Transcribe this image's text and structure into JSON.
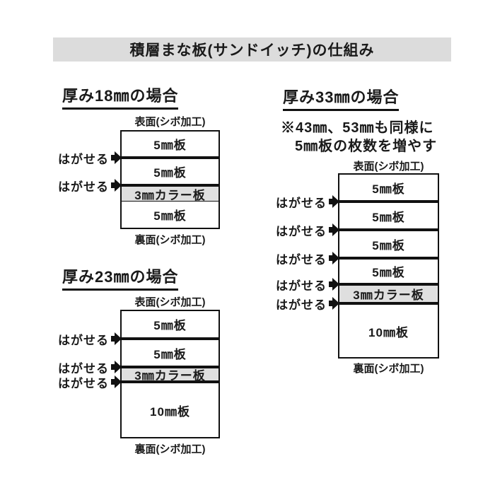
{
  "page_title": "積層まな板(サンドイッチ)の仕組み",
  "labels": {
    "peel": "はがせる",
    "front_surface": "表面(シボ加工)",
    "back_surface": "裏面(シボ加工)"
  },
  "colors": {
    "title_bar_bg": "#dcdcdc",
    "color_board_bg": "#dfdfdf",
    "line_color": "#111111",
    "background": "#ffffff"
  },
  "sections": [
    {
      "heading": "厚み18㎜の場合",
      "total_mm": 18,
      "peel_count": 2,
      "layers": [
        {
          "label": "5㎜板",
          "mm": 5,
          "type": "plain"
        },
        {
          "label": "5㎜板",
          "mm": 5,
          "type": "plain"
        },
        {
          "label": "3㎜カラー板",
          "mm": 3,
          "type": "color"
        },
        {
          "label": "5㎜板",
          "mm": 5,
          "type": "plain"
        }
      ]
    },
    {
      "heading": "厚み23㎜の場合",
      "total_mm": 23,
      "peel_count": 3,
      "layers": [
        {
          "label": "5㎜板",
          "mm": 5,
          "type": "plain"
        },
        {
          "label": "5㎜板",
          "mm": 5,
          "type": "plain"
        },
        {
          "label": "3㎜カラー板",
          "mm": 3,
          "type": "color"
        },
        {
          "label": "10㎜板",
          "mm": 10,
          "type": "plain"
        }
      ]
    },
    {
      "heading": "厚み33㎜の場合",
      "total_mm": 33,
      "peel_count": 5,
      "note": [
        "※43㎜、53㎜も同様に",
        "5㎜板の枚数を増やす"
      ],
      "layers": [
        {
          "label": "5㎜板",
          "mm": 5,
          "type": "plain"
        },
        {
          "label": "5㎜板",
          "mm": 5,
          "type": "plain"
        },
        {
          "label": "5㎜板",
          "mm": 5,
          "type": "plain"
        },
        {
          "label": "5㎜板",
          "mm": 5,
          "type": "plain"
        },
        {
          "label": "3㎜カラー板",
          "mm": 3,
          "type": "color"
        },
        {
          "label": "10㎜板",
          "mm": 10,
          "type": "plain"
        }
      ]
    }
  ]
}
